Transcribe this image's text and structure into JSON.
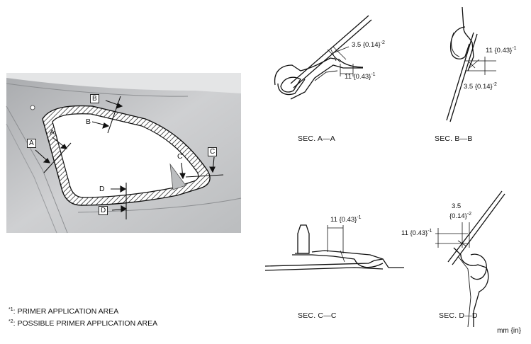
{
  "sections": {
    "aa": "SEC. A—A",
    "bb": "SEC. B—B",
    "cc": "SEC. C—C",
    "dd": "SEC. D—D"
  },
  "callouts": {
    "a": "A",
    "b": "B",
    "c": "C",
    "d": "D"
  },
  "dimensions": {
    "aa_gap": "3.5 {0.14}",
    "aa_gap_note": "-2",
    "aa_width": "11 {0.43}",
    "aa_width_note": "-1",
    "bb_width": "11 {0.43}",
    "bb_width_note": "-1",
    "bb_gap": "3.5 {0.14}",
    "bb_gap_note": "-2",
    "cc_width": "11 {0.43}",
    "cc_width_note": "-1",
    "dd_gap_top": "3.5",
    "dd_gap_bottom": "{0.14}",
    "dd_gap_note": "-2",
    "dd_width": "11 {0.43}",
    "dd_width_note": "-1"
  },
  "legend": {
    "note1_mark": "*1",
    "note1_text": ":  PRIMER APPLICATION AREA",
    "note2_mark": "*2",
    "note2_text": ":  POSSIBLE PRIMER APPLICATION AREA"
  },
  "unit": "mm {in}",
  "colors": {
    "panel": "#c8c9cb",
    "panel_dark": "#9fa1a4",
    "line": "#111111"
  }
}
